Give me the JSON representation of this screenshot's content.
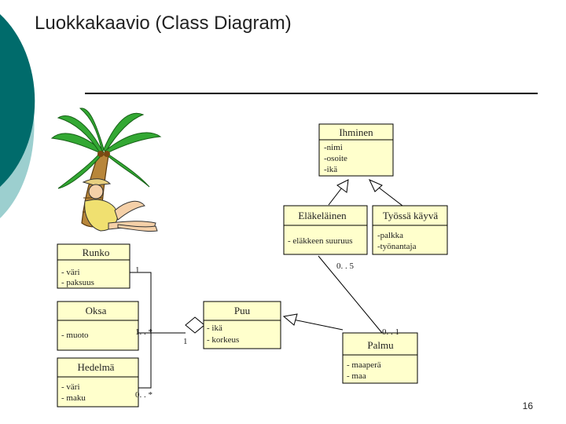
{
  "slide": {
    "title": "Luokkakaavio (Class Diagram)",
    "page_number": "16"
  },
  "colors": {
    "class_fill": "#ffffcc",
    "accent_teal": "#006b6b",
    "accent_light": "#9ccfcf"
  },
  "diagram": {
    "classes": {
      "ihminen": {
        "name": "Ihminen",
        "attributes": [
          "-nimi",
          "-osoite",
          "-ikä"
        ]
      },
      "elakelainen": {
        "name": "Eläkeläinen",
        "attributes": [
          "- eläkkeen suuruus"
        ]
      },
      "tyossa_kayva": {
        "name": "Työssä käyvä",
        "attributes": [
          "-palkka",
          "-työnantaja"
        ]
      },
      "runko": {
        "name": "Runko",
        "attributes": [
          "- väri",
          "- paksuus"
        ]
      },
      "oksa": {
        "name": "Oksa",
        "attributes": [
          "- muoto"
        ]
      },
      "puu": {
        "name": "Puu",
        "attributes": [
          "- ikä",
          "- korkeus"
        ]
      },
      "hedelma": {
        "name": "Hedelmä",
        "attributes": [
          "- väri",
          "- maku"
        ]
      },
      "palmu": {
        "name": "Palmu",
        "attributes": [
          "- maaperä",
          "- maa"
        ]
      }
    },
    "multiplicities": {
      "runko_end": "1",
      "oksa_end": "1. . *",
      "hedelma_end": "0. . *",
      "puu_end": "1",
      "ihminen_palmu_upper": "0. . 5",
      "ihminen_palmu_lower": "0. . 1"
    }
  }
}
